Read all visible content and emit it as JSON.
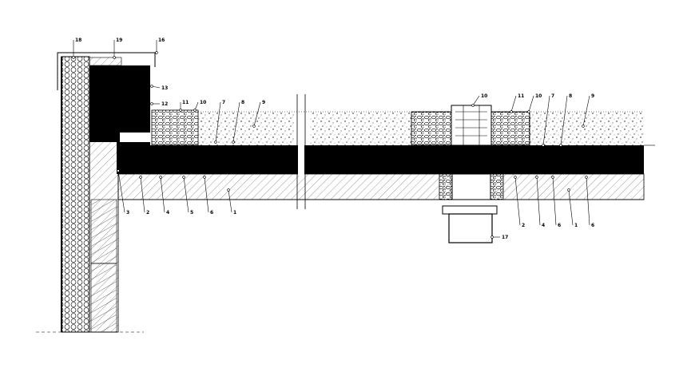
{
  "drawing": {
    "callouts": {
      "parapet_top": [
        "18",
        "19",
        "16"
      ],
      "parapet_side": [
        "13",
        "12",
        "11",
        "10",
        "7",
        "8",
        "9"
      ],
      "bottom_left": [
        "3",
        "2",
        "4",
        "5",
        "6",
        "1"
      ],
      "drain_top": [
        "10",
        "11",
        "10",
        "7",
        "8",
        "9"
      ],
      "drain_bottom": [
        "2",
        "4",
        "6",
        "1",
        "6"
      ],
      "drain_pipe": "17"
    }
  }
}
